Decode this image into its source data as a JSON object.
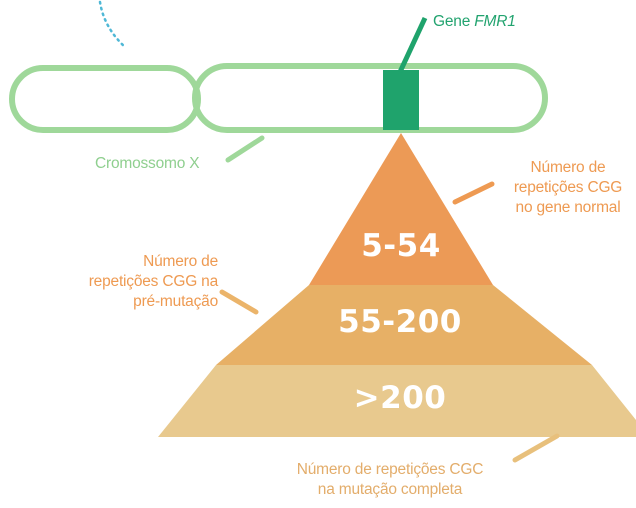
{
  "gene_label": {
    "prefix": "Gene ",
    "name": "FMR1"
  },
  "chromosome_label": "Cromossomo X",
  "tiers": [
    {
      "value": "5-54",
      "color": "#ec9a56"
    },
    {
      "value": "55-200",
      "color": "#e7b066"
    },
    {
      "value": ">200",
      "color": "#e8c98e"
    }
  ],
  "labels": {
    "normal": {
      "line1": "Número de",
      "line2": "repetições CGG",
      "line3": "no gene normal"
    },
    "premutation": {
      "line1": "Número de",
      "line2": "repetições CGG na",
      "line3": "pré-mutação"
    },
    "full": {
      "line1": "Número de repetições CGC",
      "line2": "na mutação completa"
    }
  },
  "colors": {
    "chromosome_outline": "#9fd89a",
    "gene_band": "#1fa36c",
    "leader_orange": "#ee9a52",
    "leader_tan": "#e8c07c"
  }
}
